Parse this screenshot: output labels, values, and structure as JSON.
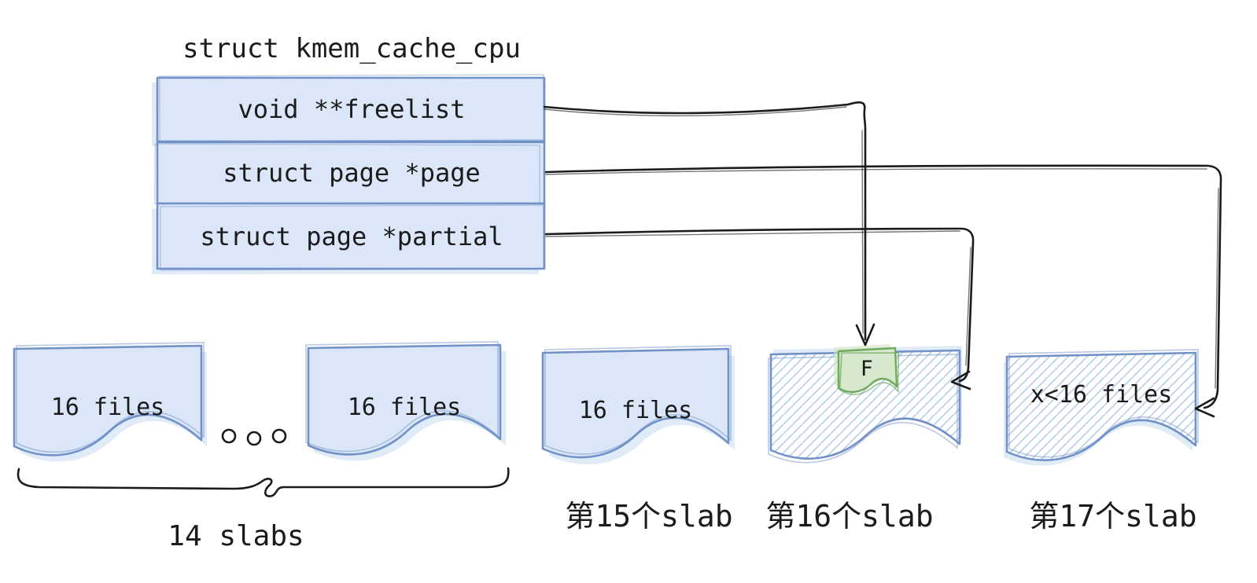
{
  "title": "struct kmem_cache_cpu",
  "structure": {
    "fields": [
      {
        "label": "void **freelist"
      },
      {
        "label": "struct page *page"
      },
      {
        "label": "struct page *partial"
      }
    ]
  },
  "slabs": [
    {
      "label": "16 files",
      "style": "solid"
    },
    {
      "label": "16 files",
      "style": "solid"
    },
    {
      "label": "16 files",
      "style": "solid"
    },
    {
      "style": "hatched",
      "marker": "F"
    },
    {
      "label": "x<16 files",
      "style": "hatched"
    }
  ],
  "captions": {
    "group": "14 slabs",
    "slab15": "第15个slab",
    "slab16": "第16个slab",
    "slab17": "第17个slab"
  },
  "colors": {
    "doc_fill": "#dbe7f8",
    "doc_stroke": "#7191c7",
    "doc_underlay": "#c7dbf3",
    "hatch_line": "#b3cce9",
    "marker_fill": "#d6e8cd",
    "marker_stroke": "#6fa95c",
    "marker_underlay": "#cfe6c2",
    "ink": "#1b1b1b",
    "background": "#ffffff"
  }
}
